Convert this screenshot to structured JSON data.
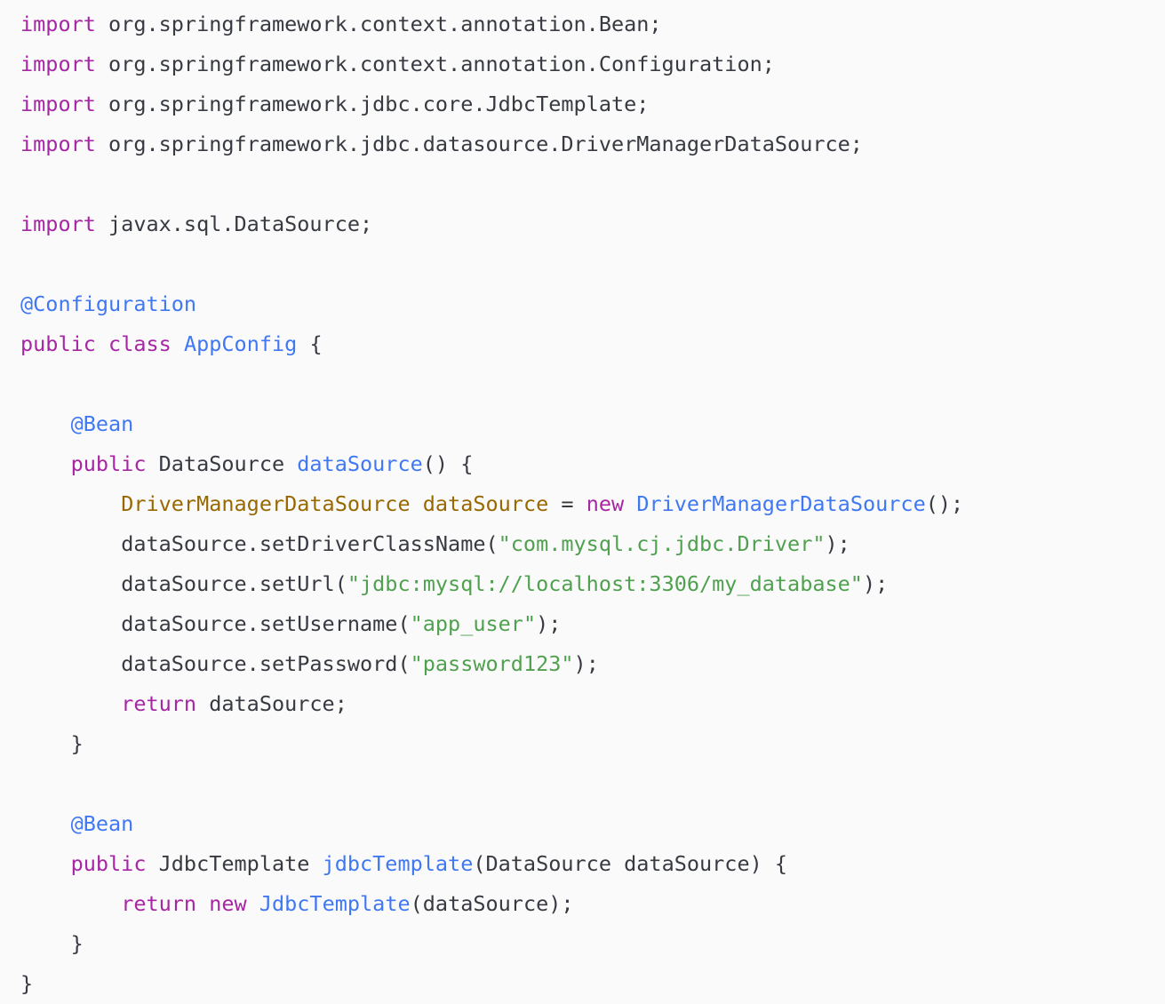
{
  "editor": {
    "colors": {
      "background": "#fafafa",
      "plain": "#383a42",
      "keyword": "#a626a4",
      "function": "#4078f2",
      "type": "#986801",
      "string": "#50a14f"
    },
    "lines": [
      {
        "indent": 0,
        "tokens": [
          {
            "t": "kw",
            "v": "import"
          },
          {
            "t": "pl",
            "v": " org.springframework.context.annotation.Bean;"
          }
        ]
      },
      {
        "indent": 0,
        "tokens": [
          {
            "t": "kw",
            "v": "import"
          },
          {
            "t": "pl",
            "v": " org.springframework.context.annotation.Configuration;"
          }
        ]
      },
      {
        "indent": 0,
        "tokens": [
          {
            "t": "kw",
            "v": "import"
          },
          {
            "t": "pl",
            "v": " org.springframework.jdbc.core.JdbcTemplate;"
          }
        ]
      },
      {
        "indent": 0,
        "tokens": [
          {
            "t": "kw",
            "v": "import"
          },
          {
            "t": "pl",
            "v": " org.springframework.jdbc.datasource.DriverManagerDataSource;"
          }
        ]
      },
      {
        "indent": 0,
        "tokens": []
      },
      {
        "indent": 0,
        "tokens": [
          {
            "t": "kw",
            "v": "import"
          },
          {
            "t": "pl",
            "v": " javax.sql.DataSource;"
          }
        ]
      },
      {
        "indent": 0,
        "tokens": []
      },
      {
        "indent": 0,
        "tokens": [
          {
            "t": "fn",
            "v": "@Configuration"
          }
        ]
      },
      {
        "indent": 0,
        "tokens": [
          {
            "t": "kw",
            "v": "public"
          },
          {
            "t": "pl",
            "v": " "
          },
          {
            "t": "kw",
            "v": "class"
          },
          {
            "t": "pl",
            "v": " "
          },
          {
            "t": "fn",
            "v": "AppConfig"
          },
          {
            "t": "pl",
            "v": " {"
          }
        ]
      },
      {
        "indent": 0,
        "tokens": []
      },
      {
        "indent": 1,
        "tokens": [
          {
            "t": "fn",
            "v": "@Bean"
          }
        ]
      },
      {
        "indent": 1,
        "tokens": [
          {
            "t": "kw",
            "v": "public"
          },
          {
            "t": "pl",
            "v": " DataSource "
          },
          {
            "t": "fn",
            "v": "dataSource"
          },
          {
            "t": "pl",
            "v": "() {"
          }
        ]
      },
      {
        "indent": 2,
        "tokens": [
          {
            "t": "ty",
            "v": "DriverManagerDataSource"
          },
          {
            "t": "pl",
            "v": " "
          },
          {
            "t": "ty",
            "v": "dataSource"
          },
          {
            "t": "pl",
            "v": " = "
          },
          {
            "t": "kw",
            "v": "new"
          },
          {
            "t": "pl",
            "v": " "
          },
          {
            "t": "fn",
            "v": "DriverManagerDataSource"
          },
          {
            "t": "pl",
            "v": "();"
          }
        ]
      },
      {
        "indent": 2,
        "tokens": [
          {
            "t": "pl",
            "v": "dataSource.setDriverClassName("
          },
          {
            "t": "str",
            "v": "\"com.mysql.cj.jdbc.Driver\""
          },
          {
            "t": "pl",
            "v": ");"
          }
        ]
      },
      {
        "indent": 2,
        "tokens": [
          {
            "t": "pl",
            "v": "dataSource.setUrl("
          },
          {
            "t": "str",
            "v": "\"jdbc:mysql://localhost:3306/my_database\""
          },
          {
            "t": "pl",
            "v": ");"
          }
        ]
      },
      {
        "indent": 2,
        "tokens": [
          {
            "t": "pl",
            "v": "dataSource.setUsername("
          },
          {
            "t": "str",
            "v": "\"app_user\""
          },
          {
            "t": "pl",
            "v": ");"
          }
        ]
      },
      {
        "indent": 2,
        "tokens": [
          {
            "t": "pl",
            "v": "dataSource.setPassword("
          },
          {
            "t": "str",
            "v": "\"password123\""
          },
          {
            "t": "pl",
            "v": ");"
          }
        ]
      },
      {
        "indent": 2,
        "tokens": [
          {
            "t": "kw",
            "v": "return"
          },
          {
            "t": "pl",
            "v": " dataSource;"
          }
        ]
      },
      {
        "indent": 1,
        "tokens": [
          {
            "t": "pl",
            "v": "}"
          }
        ]
      },
      {
        "indent": 0,
        "tokens": []
      },
      {
        "indent": 1,
        "tokens": [
          {
            "t": "fn",
            "v": "@Bean"
          }
        ]
      },
      {
        "indent": 1,
        "tokens": [
          {
            "t": "kw",
            "v": "public"
          },
          {
            "t": "pl",
            "v": " JdbcTemplate "
          },
          {
            "t": "fn",
            "v": "jdbcTemplate"
          },
          {
            "t": "pl",
            "v": "(DataSource dataSource) {"
          }
        ]
      },
      {
        "indent": 2,
        "tokens": [
          {
            "t": "kw",
            "v": "return"
          },
          {
            "t": "pl",
            "v": " "
          },
          {
            "t": "kw",
            "v": "new"
          },
          {
            "t": "pl",
            "v": " "
          },
          {
            "t": "fn",
            "v": "JdbcTemplate"
          },
          {
            "t": "pl",
            "v": "(dataSource);"
          }
        ]
      },
      {
        "indent": 1,
        "tokens": [
          {
            "t": "pl",
            "v": "}"
          }
        ]
      },
      {
        "indent": 0,
        "tokens": [
          {
            "t": "pl",
            "v": "}"
          }
        ]
      }
    ]
  }
}
